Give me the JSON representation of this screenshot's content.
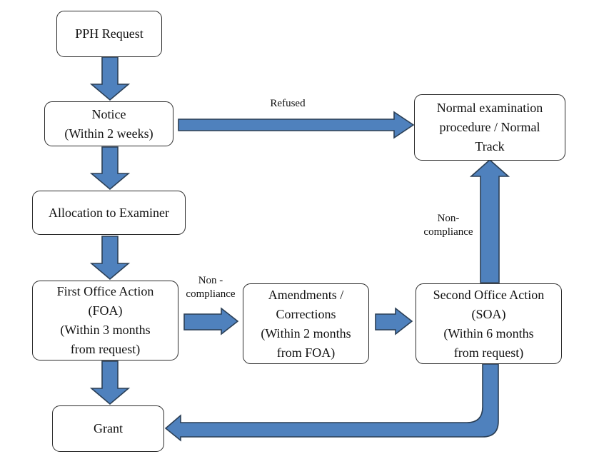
{
  "diagram": {
    "nodes": {
      "pph_request": "PPH Request",
      "notice": "Notice\n(Within 2 weeks)",
      "normal_track": "Normal examination\nprocedure / Normal\nTrack",
      "allocation": "Allocation to Examiner",
      "foa": "First Office Action\n(FOA)\n(Within 3 months\nfrom request)",
      "amendments": "Amendments /\nCorrections\n(Within 2 months\nfrom FOA)",
      "soa": "Second Office Action\n(SOA)\n(Within 6 months\nfrom request)",
      "grant": "Grant"
    },
    "edge_labels": {
      "refused": "Refused",
      "non_compliance_foa": "Non -\ncompliance",
      "non_compliance_soa": "Non-\ncompliance"
    },
    "colors": {
      "arrow_fill": "#4F81BD",
      "arrow_outline": "#2B3F55",
      "box_border": "#2B2B2B",
      "background": "#FFFFFF"
    }
  }
}
